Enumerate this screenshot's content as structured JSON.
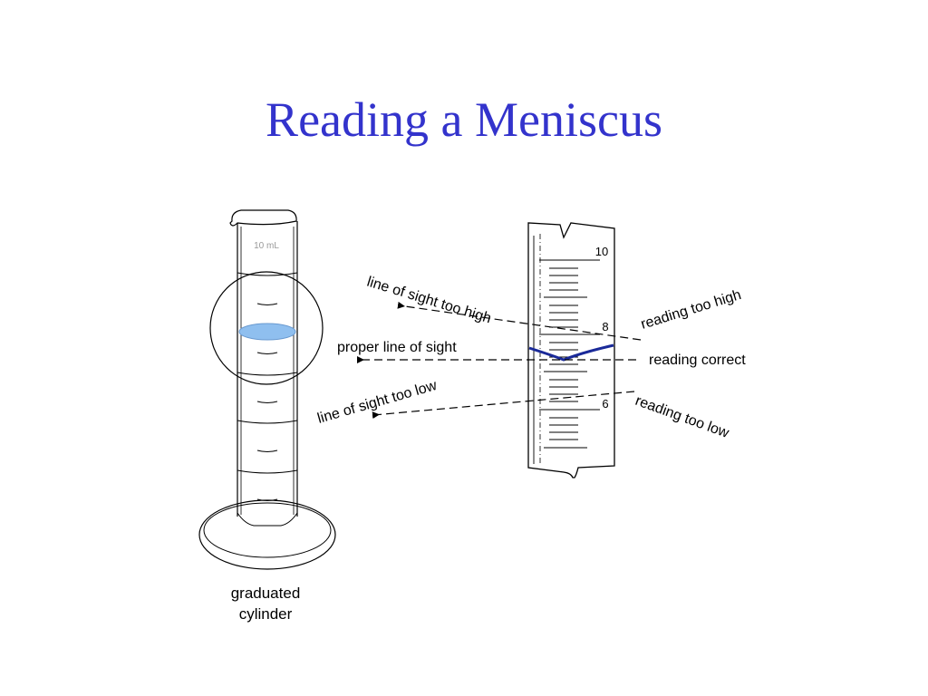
{
  "slide": {
    "title": "Reading a Meniscus"
  },
  "cylinder": {
    "volume_label": "10 mL",
    "caption_line1": "graduated",
    "caption_line2": "cylinder",
    "liquid_color": "#8fbfef"
  },
  "closeup": {
    "scale_labels": [
      "10",
      "8",
      "6"
    ],
    "meniscus_color": "#1a2a99"
  },
  "sightlines": {
    "too_high": "line of sight too high",
    "proper": "proper line of sight",
    "too_low": "line of sight too low"
  },
  "readings": {
    "too_high": "reading too high",
    "correct": "reading correct",
    "too_low": "reading too low"
  },
  "colors": {
    "title": "#3333cc"
  }
}
